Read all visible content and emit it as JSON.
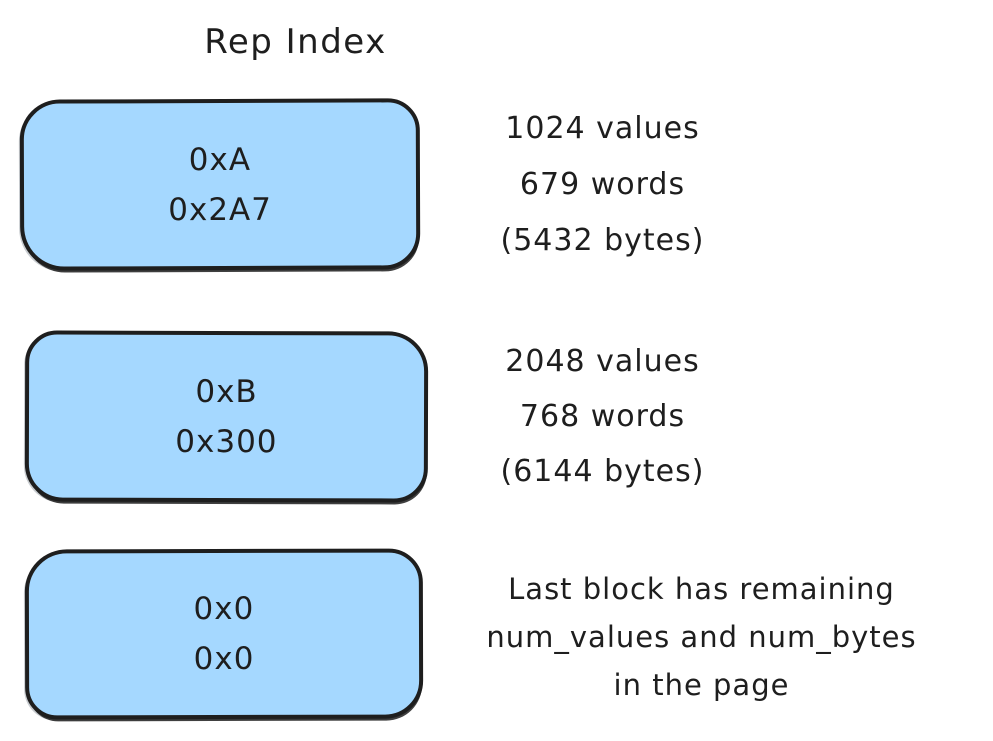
{
  "title": "Rep Index",
  "colors": {
    "block_fill": "#a5d8ff",
    "block_stroke": "#1e1e1e",
    "text": "#1e1e1e",
    "background": "#ffffff"
  },
  "blocks": [
    {
      "lines": [
        "0xA",
        "0x2A7"
      ],
      "annotation_lines": [
        "1024 values",
        "679 words",
        "(5432 bytes)"
      ]
    },
    {
      "lines": [
        "0xB",
        "0x300"
      ],
      "annotation_lines": [
        "2048 values",
        "768 words",
        "(6144 bytes)"
      ]
    },
    {
      "lines": [
        "0x0",
        "0x0"
      ],
      "annotation_lines": [
        "Last block has remaining",
        "num_values and num_bytes",
        "in the page"
      ]
    }
  ]
}
